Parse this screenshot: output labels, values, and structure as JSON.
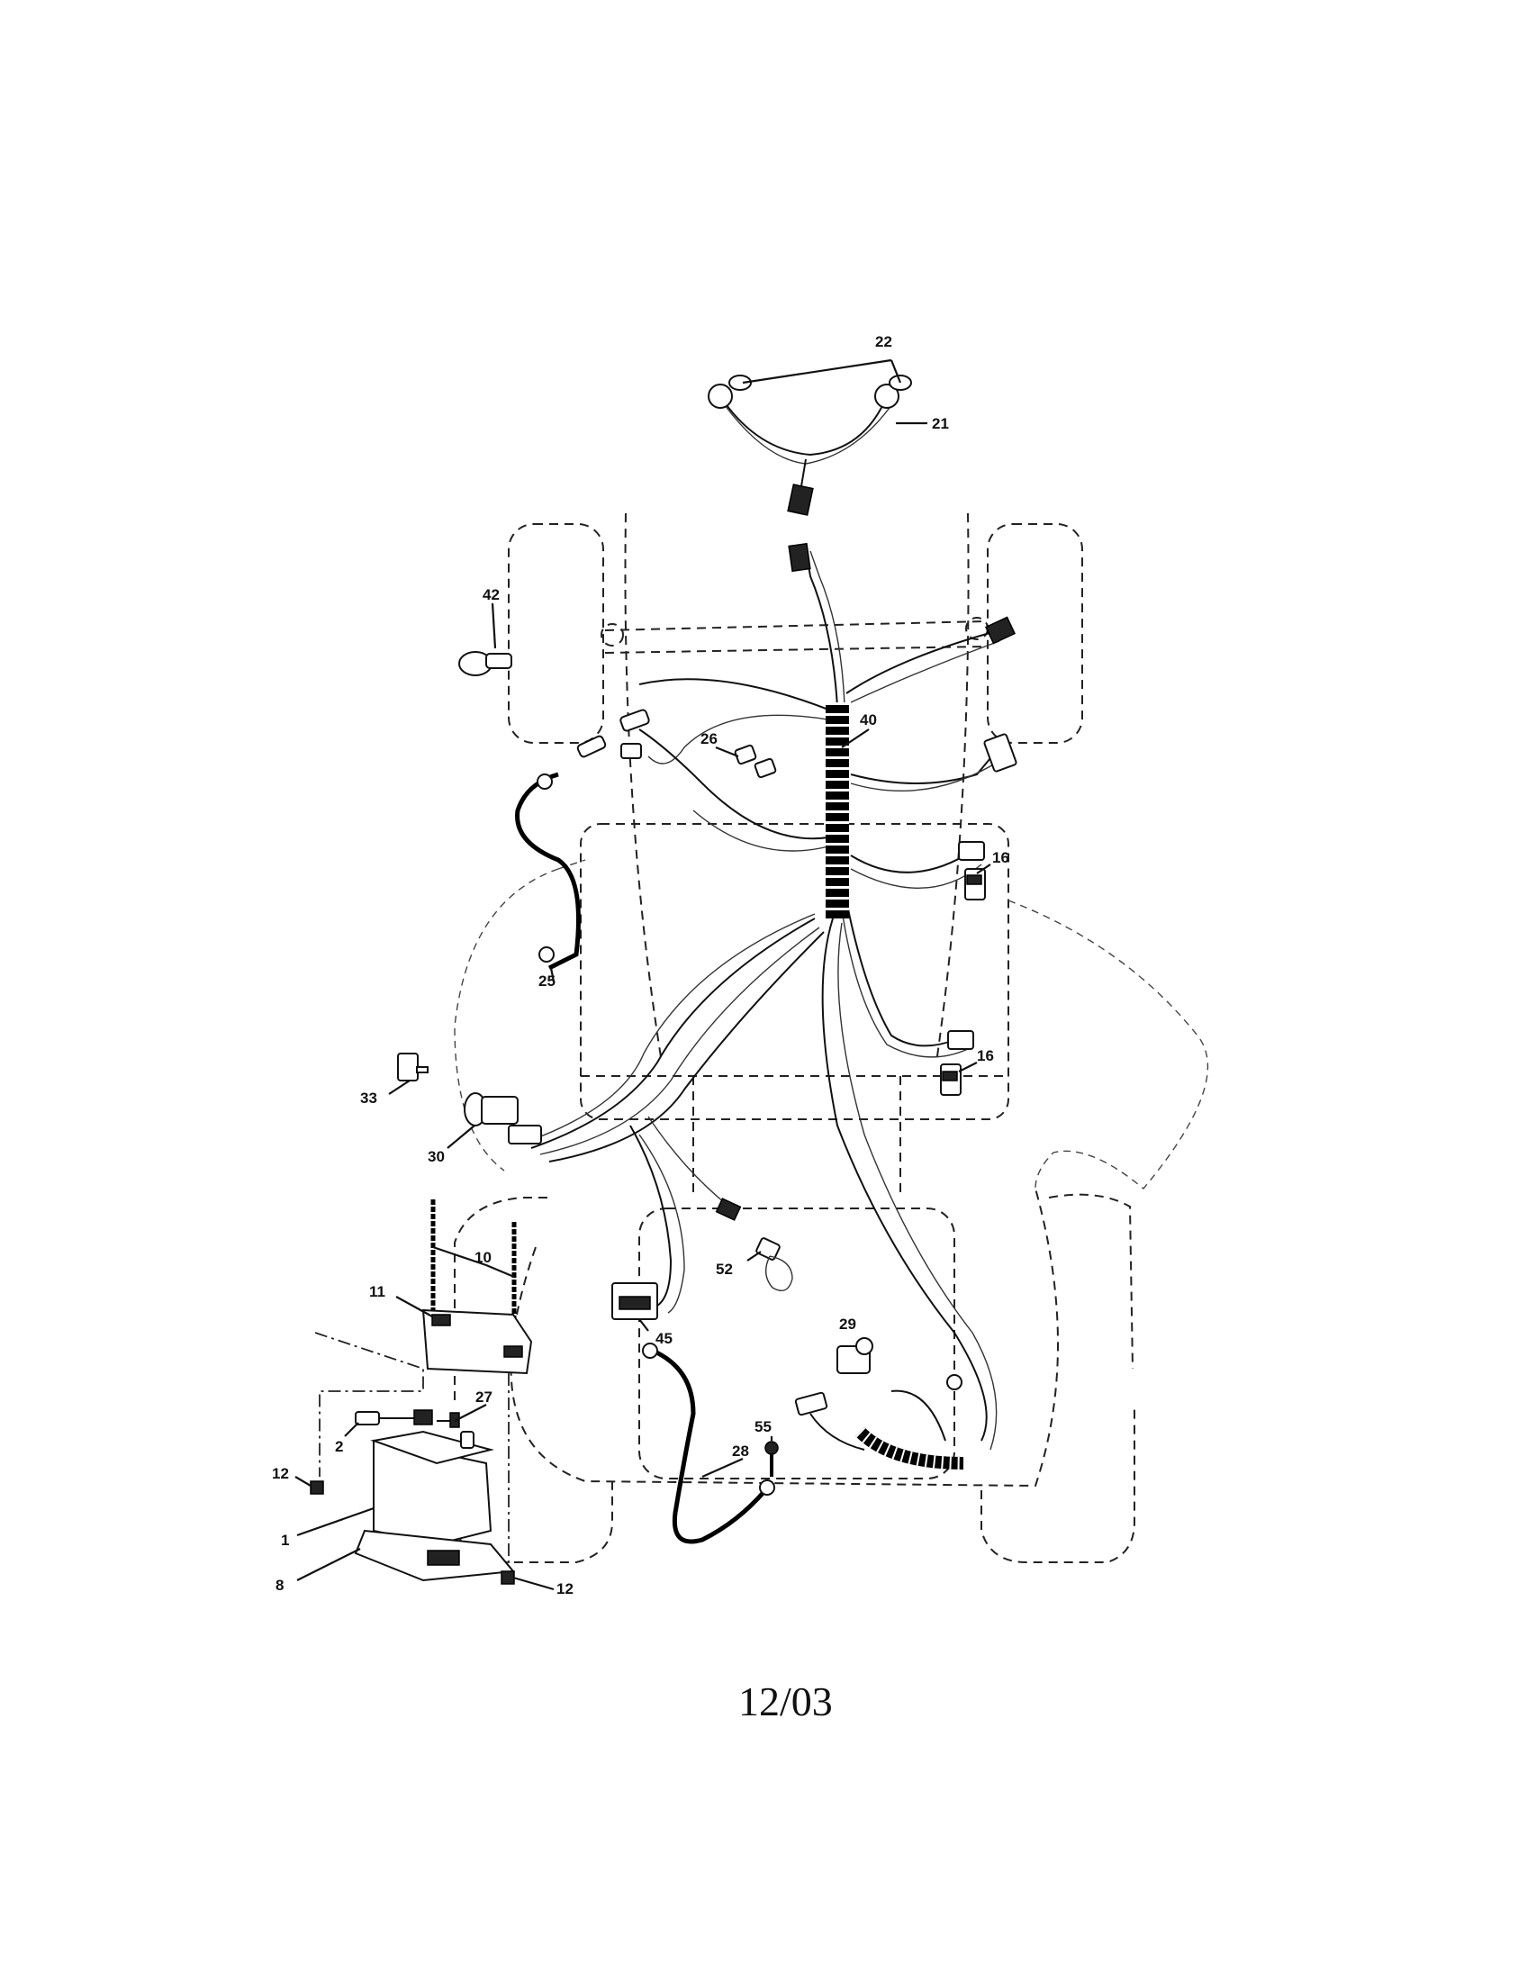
{
  "callouts": {
    "c1": "1",
    "c2": "2",
    "c8": "8",
    "c10": "10",
    "c11": "11",
    "c12a": "12",
    "c12b": "12",
    "c16a": "16",
    "c16b": "16",
    "c21": "21",
    "c22": "22",
    "c25": "25",
    "c26": "26",
    "c27": "27",
    "c28": "28",
    "c29": "29",
    "c30": "30",
    "c33": "33",
    "c40": "40",
    "c42": "42",
    "c45": "45",
    "c52": "52",
    "c55": "55"
  },
  "footer": {
    "date_code": "12/03"
  }
}
